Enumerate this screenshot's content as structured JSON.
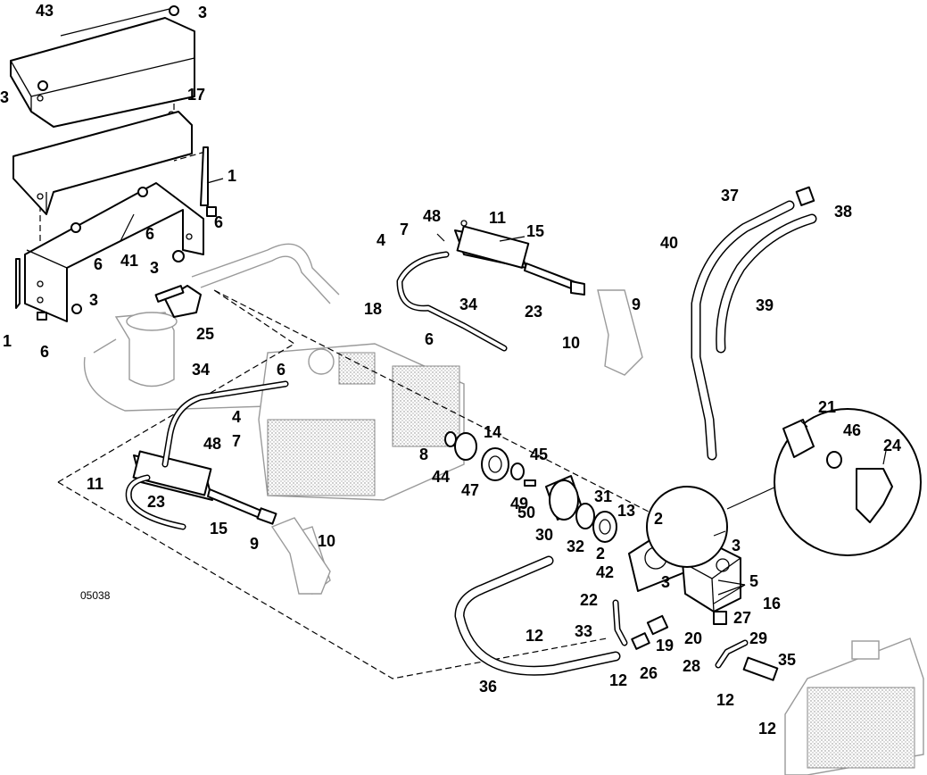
{
  "figure": {
    "number": "05038",
    "callouts": [
      "43",
      "3",
      "3",
      "17",
      "1",
      "6",
      "6",
      "6",
      "41",
      "3",
      "3",
      "1",
      "6",
      "25",
      "4",
      "7",
      "48",
      "11",
      "15",
      "9",
      "10",
      "23",
      "34",
      "18",
      "6",
      "34",
      "6",
      "4",
      "7",
      "48",
      "11",
      "23",
      "15",
      "9",
      "10",
      "8",
      "14",
      "45",
      "44",
      "47",
      "49",
      "50",
      "30",
      "31",
      "32",
      "13",
      "2",
      "2",
      "3",
      "42",
      "5",
      "16",
      "3",
      "22",
      "27",
      "21",
      "46",
      "24",
      "33",
      "12",
      "19",
      "20",
      "28",
      "29",
      "26",
      "12",
      "35",
      "12",
      "12",
      "36",
      "37",
      "38",
      "40",
      "39"
    ]
  }
}
